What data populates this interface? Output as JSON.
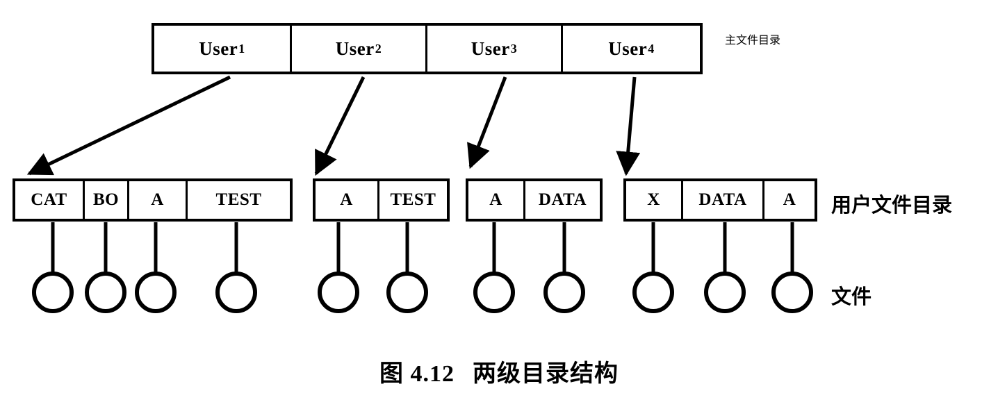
{
  "figure": {
    "caption_number": "图 4.12",
    "caption_title": "两级目录结构"
  },
  "labels": {
    "master_directory": "主文件目录",
    "user_file_directory": "用户文件目录",
    "files": "文件"
  },
  "master_directory": {
    "cells": [
      {
        "base": "User",
        "subscript": "1"
      },
      {
        "base": "User",
        "subscript": "2"
      },
      {
        "base": "User",
        "subscript": "3"
      },
      {
        "base": "User",
        "subscript": "4"
      }
    ]
  },
  "user_file_directories": [
    {
      "owner": "User1",
      "entries": [
        "CAT",
        "BO",
        "A",
        "TEST"
      ]
    },
    {
      "owner": "User2",
      "entries": [
        "A",
        "TEST"
      ]
    },
    {
      "owner": "User3",
      "entries": [
        "A",
        "DATA"
      ]
    },
    {
      "owner": "User4",
      "entries": [
        "X",
        "DATA",
        "A"
      ]
    }
  ],
  "file_nodes": {
    "shape": "circle",
    "count": 11,
    "per_group": [
      4,
      2,
      2,
      3
    ]
  },
  "style": {
    "stroke": "#000000",
    "background": "#ffffff"
  }
}
